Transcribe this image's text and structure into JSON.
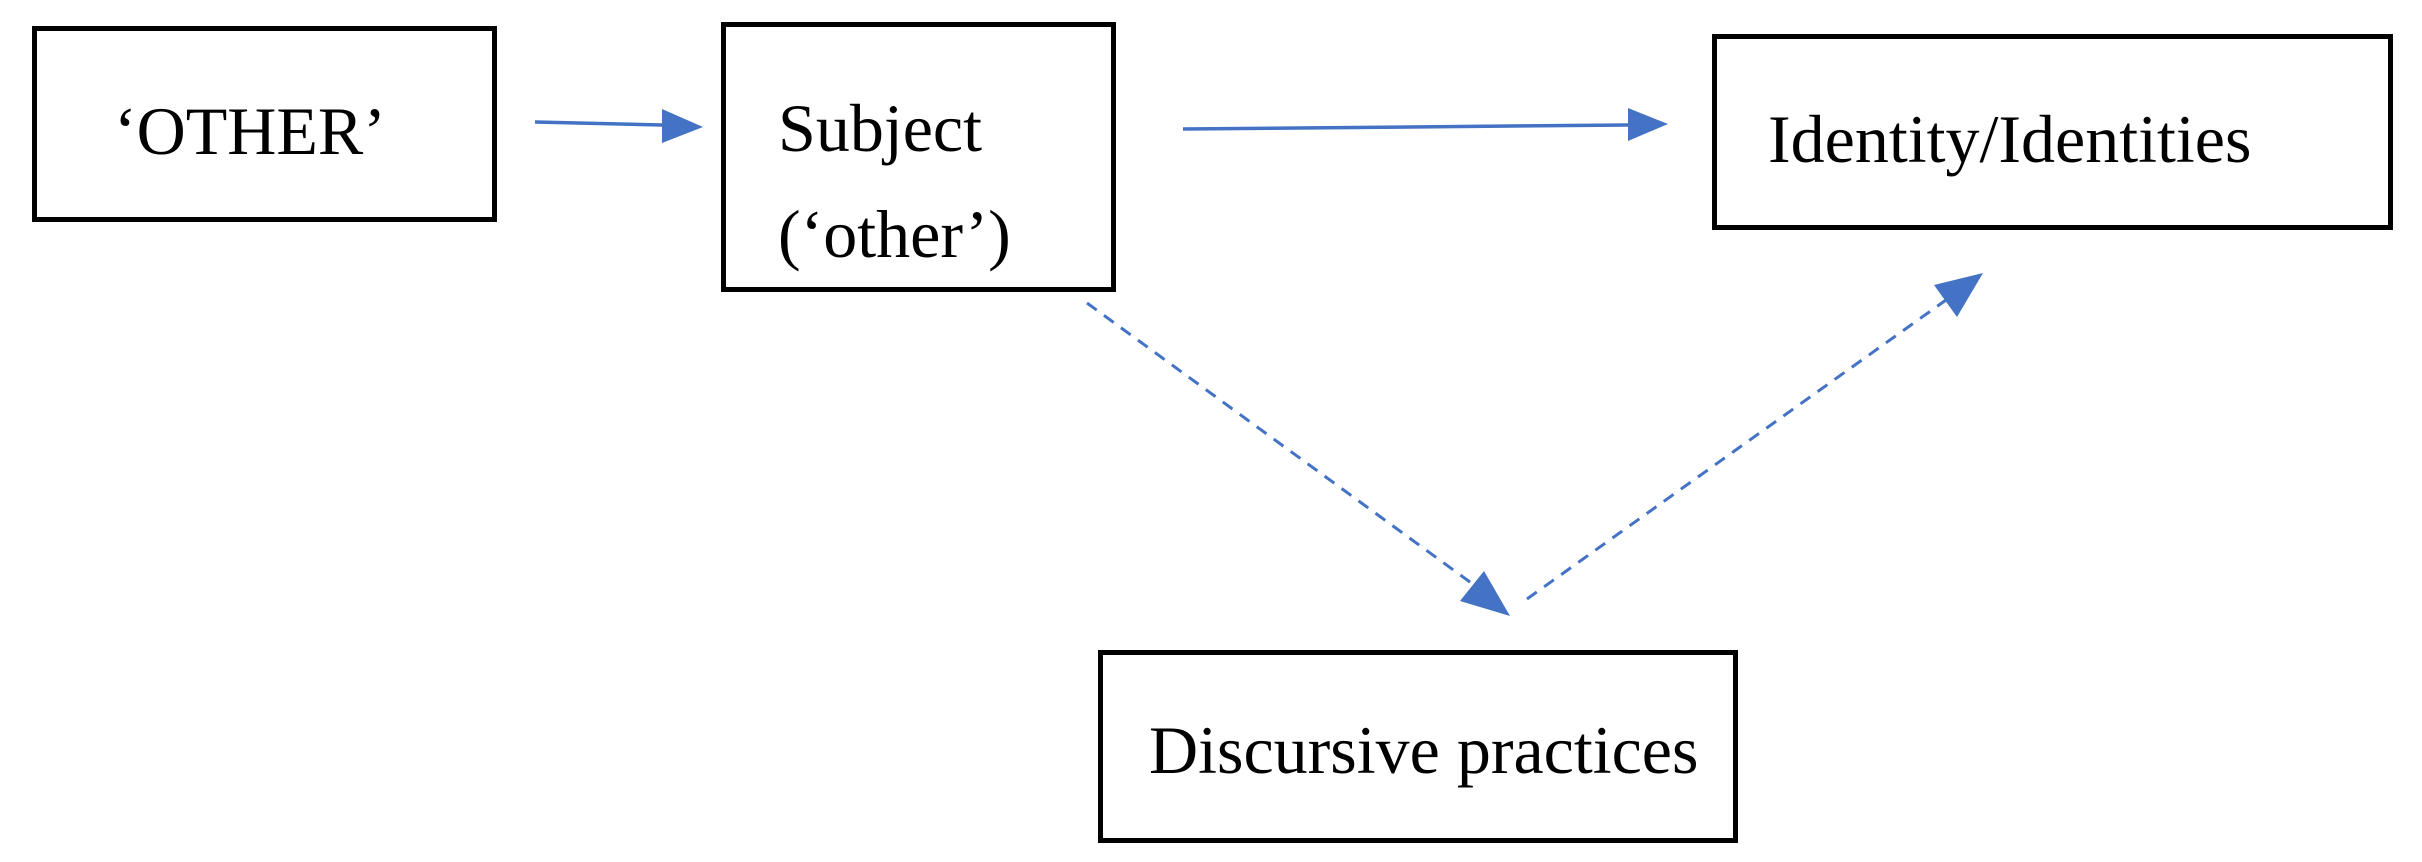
{
  "nodes": {
    "other": {
      "label": "‘OTHER’"
    },
    "subject": {
      "label_line1": "Subject",
      "label_line2": "(‘other’)"
    },
    "identity": {
      "label": "Identity/Identities"
    },
    "discursive": {
      "label": "Discursive practices"
    }
  },
  "edges": [
    {
      "from": "other",
      "to": "subject",
      "style": "solid"
    },
    {
      "from": "subject",
      "to": "identity",
      "style": "solid"
    },
    {
      "from": "subject",
      "to": "discursive",
      "style": "dashed"
    },
    {
      "from": "discursive",
      "to": "identity",
      "style": "dashed"
    }
  ],
  "colors": {
    "arrow": "#4472C4",
    "box_border": "#000000",
    "text": "#000000"
  }
}
